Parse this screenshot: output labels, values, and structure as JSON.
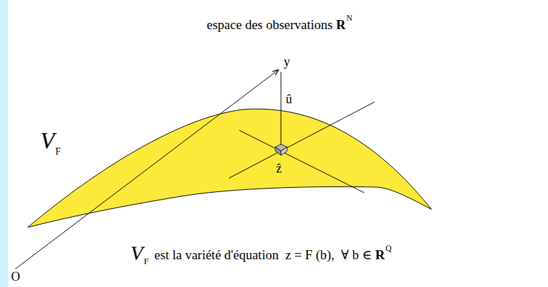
{
  "diagram": {
    "labels": [
      "espace des observations",
      "R",
      "N",
      "y",
      "û",
      "ẑ",
      "V",
      "F",
      "O",
      "V",
      "F",
      "est la variété d'équation  z = F (b),  ∀ b ∈",
      "R",
      "Q"
    ]
  }
}
